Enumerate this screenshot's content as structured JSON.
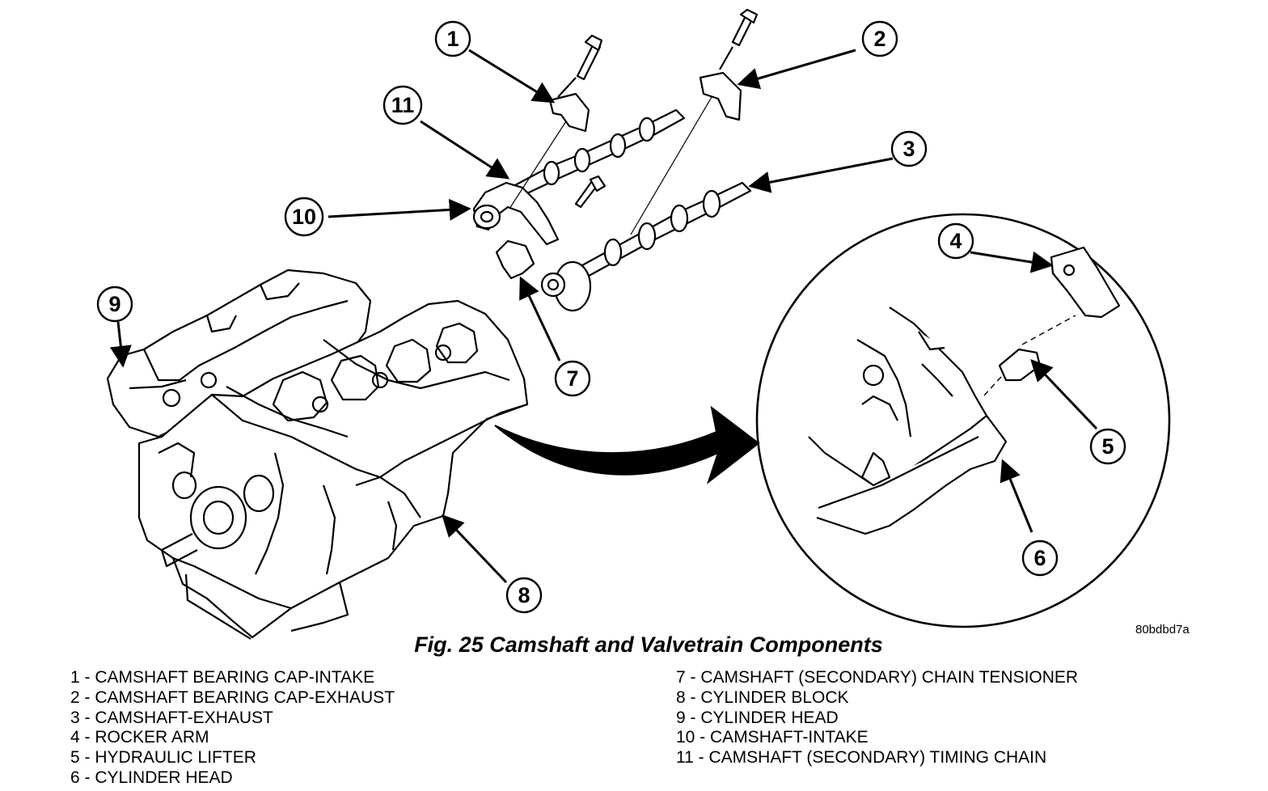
{
  "figure": {
    "title": "Fig. 25 Camshaft and Valvetrain Components",
    "reference_code": "80bdbd7a"
  },
  "callouts": [
    "1",
    "2",
    "3",
    "4",
    "5",
    "6",
    "7",
    "8",
    "9",
    "10",
    "11"
  ],
  "legend": {
    "left": [
      {
        "num": "1",
        "text": " - CAMSHAFT BEARING CAP-INTAKE"
      },
      {
        "num": "2",
        "text": " - CAMSHAFT BEARING CAP-EXHAUST"
      },
      {
        "num": "3",
        "text": " - CAMSHAFT-EXHAUST"
      },
      {
        "num": "4",
        "text": " - ROCKER ARM"
      },
      {
        "num": "5",
        "text": " - HYDRAULIC LIFTER"
      },
      {
        "num": "6",
        "text": " - CYLINDER HEAD"
      }
    ],
    "right": [
      {
        "num": "7",
        "text": " - CAMSHAFT (SECONDARY) CHAIN TENSIONER"
      },
      {
        "num": "8",
        "text": " - CYLINDER BLOCK"
      },
      {
        "num": "9",
        "text": " - CYLINDER HEAD"
      },
      {
        "num": "10",
        "text": " - CAMSHAFT-INTAKE"
      },
      {
        "num": "11",
        "text": " - CAMSHAFT (SECONDARY) TIMING CHAIN"
      }
    ]
  }
}
